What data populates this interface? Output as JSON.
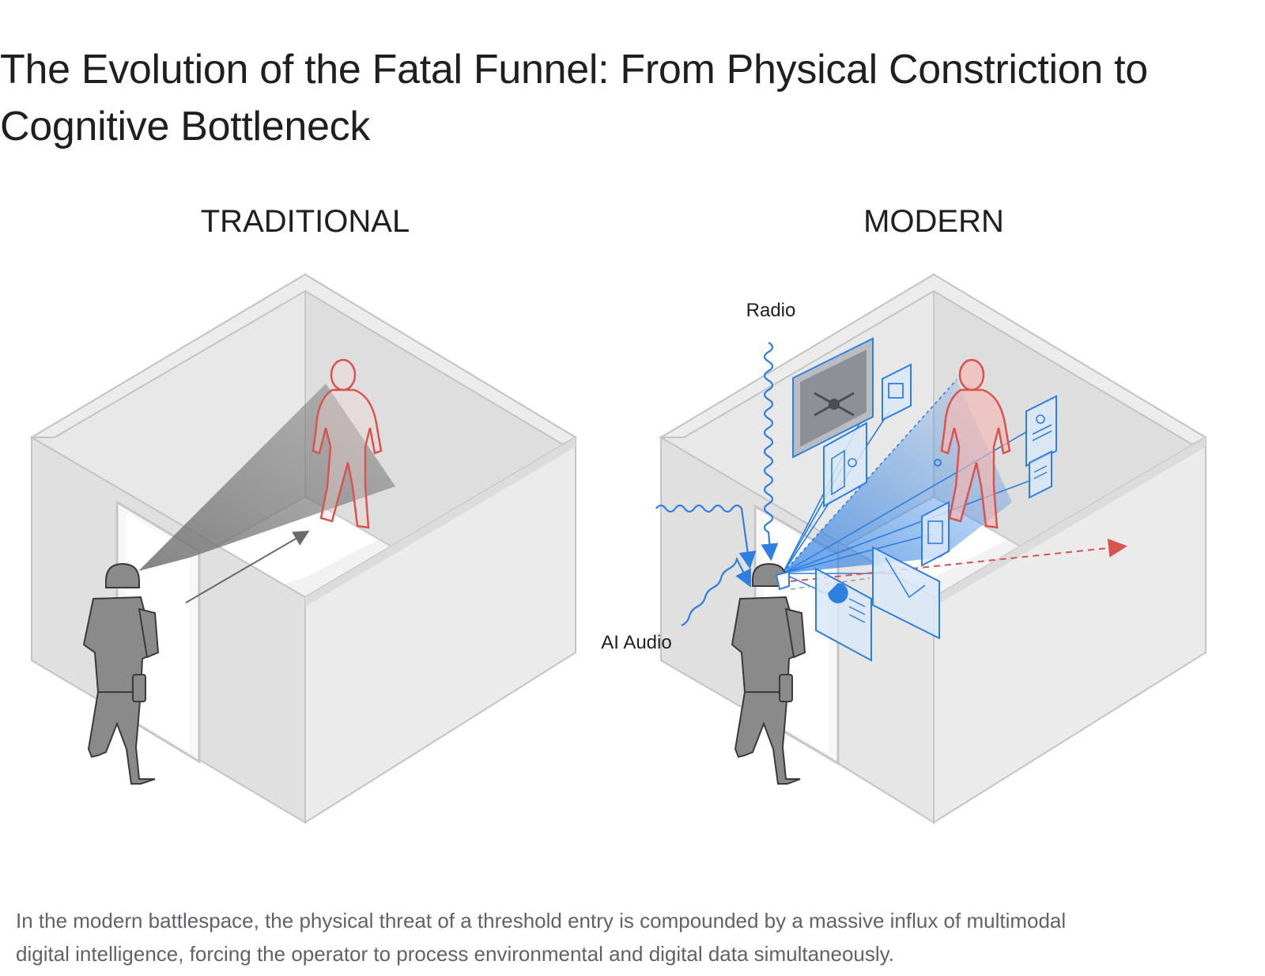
{
  "title": {
    "line1": "The Evolution of the Fatal Funnel: From Physical Constriction to",
    "line2": "Cognitive Bottleneck"
  },
  "panels": {
    "left_label": "TRADITIONAL",
    "right_label": "MODERN"
  },
  "modern_labels": {
    "radio": "Radio",
    "ai_audio": "AI Audio"
  },
  "caption": {
    "line1": "In the modern battlespace, the physical threat of a threshold entry is compounded by a massive influx of multimodal",
    "line2": "digital intelligence, forcing the operator to process environmental and digital data simultaneously."
  },
  "colors": {
    "threat": "#d9534f",
    "digital": "#2f7fe0",
    "structure": "#d8d8d8"
  }
}
